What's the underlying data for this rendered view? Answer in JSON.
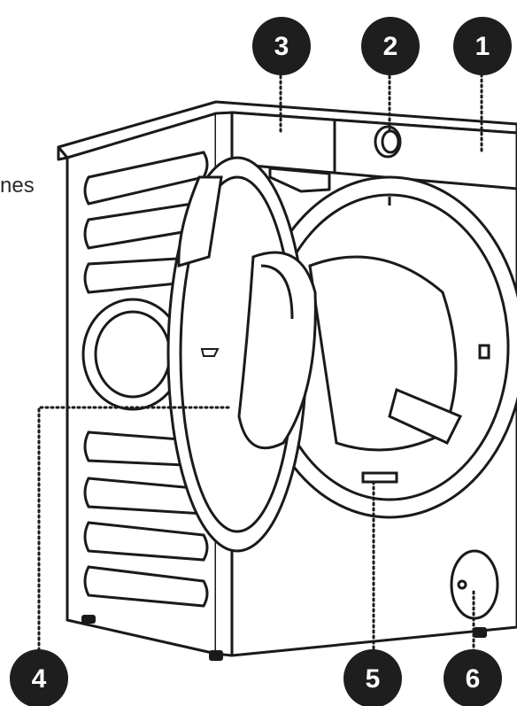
{
  "diagram": {
    "side_text": "nes",
    "callouts": [
      {
        "id": "1",
        "label": "1"
      },
      {
        "id": "2",
        "label": "2"
      },
      {
        "id": "3",
        "label": "3"
      },
      {
        "id": "4",
        "label": "4"
      },
      {
        "id": "5",
        "label": "5"
      },
      {
        "id": "6",
        "label": "6"
      }
    ],
    "colors": {
      "line": "#1a1a1a",
      "badge": "#1e1e1e",
      "badge_text": "#ffffff",
      "background": "#ffffff"
    }
  }
}
